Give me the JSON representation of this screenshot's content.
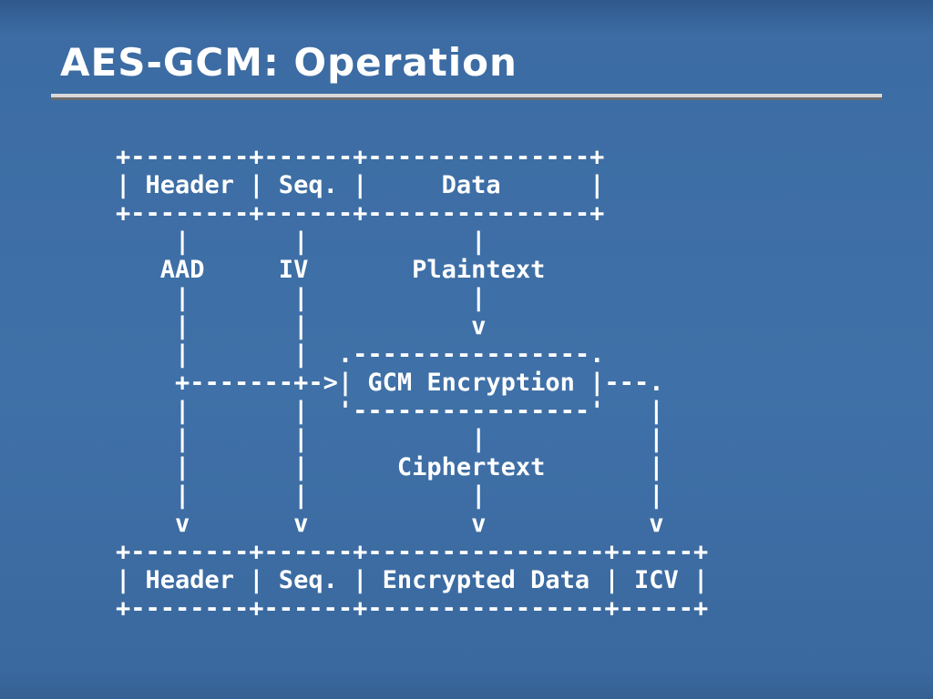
{
  "slide": {
    "title": "AES-GCM: Operation"
  },
  "diagram": {
    "ascii_lines": [
      "+--------+------+---------------+",
      "| Header | Seq. |     Data      |",
      "+--------+------+---------------+",
      "    |       |           |",
      "   AAD     IV       Plaintext",
      "    |       |           |",
      "    |       |           v",
      "    |       |  .----------------.",
      "    +-------+->| GCM Encryption |---.",
      "    |       |  '----------------'   |",
      "    |       |           |           |",
      "    |       |      Ciphertext       |",
      "    |       |           |           |",
      "    v       v           v           v",
      "+--------+------+----------------+-----+",
      "| Header | Seq. | Encrypted Data | ICV |",
      "+--------+------+----------------+-----+"
    ],
    "input_packet_fields": [
      "Header",
      "Seq.",
      "Data"
    ],
    "aad_label": "AAD",
    "iv_label": "IV",
    "plaintext_label": "Plaintext",
    "process_label": "GCM Encryption",
    "ciphertext_label": "Ciphertext",
    "output_packet_fields": [
      "Header",
      "Seq.",
      "Encrypted Data",
      "ICV"
    ]
  },
  "colors": {
    "background": "#3D6DA4",
    "text": "#FFFFFF",
    "rule_top": "#D9D9D9",
    "rule_bottom": "#6C6C6C"
  }
}
